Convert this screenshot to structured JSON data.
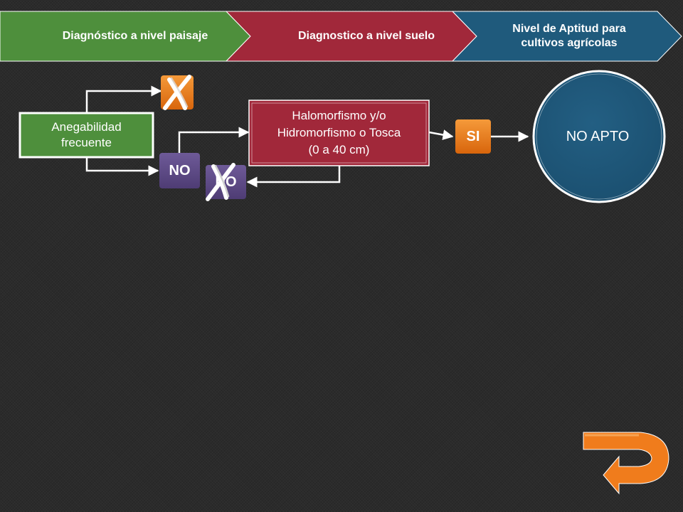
{
  "header": {
    "steps": [
      {
        "label": "Diagnóstico a nivel paisaje",
        "color": "#4e8f3c"
      },
      {
        "label": "Diagnostico a nivel suelo",
        "color": "#a1283a"
      },
      {
        "label": "Nivel de Aptitud para cultivos agrícolas",
        "color": "#1f5a7c"
      }
    ]
  },
  "diagram": {
    "start_node": "Anegabilidad frecuente",
    "start_color": "#4e8f3c",
    "soil_node_line1": "Halomorfismo y/o",
    "soil_node_line2": "Hidromorfismo o Tosca",
    "soil_node_line3": "(0 a 40 cm)",
    "soil_color": "#a1283a",
    "no_badge": "NO",
    "no_badge_crossed": "NO",
    "si_badge": "SI",
    "result": "NO APTO",
    "result_color": "#1f5a7c",
    "orange": "#f07c1c",
    "purple": "#5c4a84"
  },
  "nav": {
    "back_icon": "return-arrow-icon"
  }
}
